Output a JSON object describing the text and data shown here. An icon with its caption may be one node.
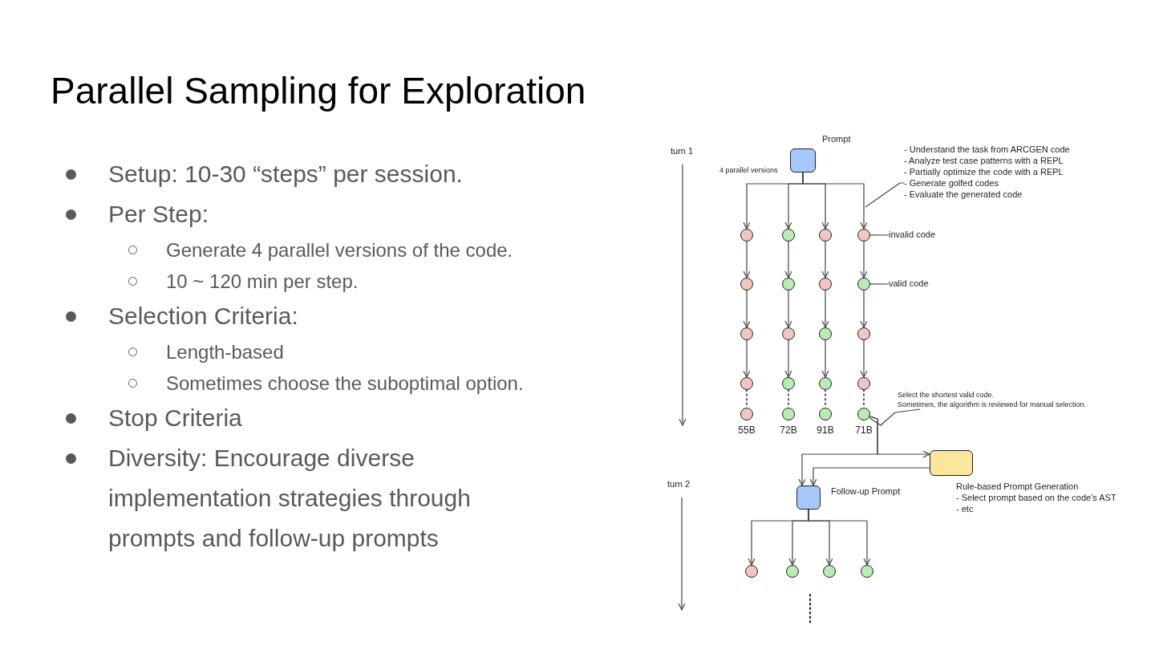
{
  "diagram": {
    "title": "Parallel Sampling for Exploration",
    "nodes": [
      {
        "text": [
          "Prompt"
        ]
      },
      {
        "text": [
          "- Understand the task from ARCGEN code",
          "- Analyze test case patterns with a REPL",
          "- Partially optimize the code with a REPL",
          "- Generate golfed codes",
          "- Evaluate the generated code"
        ]
      },
      {
        "text": [],
        "shape": "circle"
      },
      {
        "text": [],
        "shape": "circle"
      },
      {
        "text": [],
        "shape": "circle"
      },
      {
        "text": [],
        "shape": "circle"
      },
      {
        "text": [],
        "shape": "circle"
      },
      {
        "text": [],
        "shape": "circle"
      },
      {
        "text": [],
        "shape": "circle"
      },
      {
        "text": [],
        "shape": "circle"
      },
      {
        "text": [],
        "shape": "circle"
      },
      {
        "text": [],
        "shape": "circle"
      },
      {
        "text": [],
        "shape": "circle"
      },
      {
        "text": [],
        "shape": "circle"
      },
      {
        "text": [],
        "shape": "circle"
      },
      {
        "text": [],
        "shape": "circle"
      },
      {
        "text": [],
        "shape": "circle"
      },
      {
        "text": [],
        "shape": "circle"
      },
      {
        "text": [],
        "shape": "circle",
        "beside": [
          "55B"
        ]
      },
      {
        "text": [],
        "shape": "circle",
        "beside": [
          "72B"
        ]
      },
      {
        "text": [],
        "shape": "circle",
        "beside": [
          "91B"
        ]
      },
      {
        "text": [],
        "shape": "circle",
        "beside": [
          "71B"
        ]
      },
      {
        "text": [
          "invalid code"
        ]
      },
      {
        "text": [
          "valid code"
        ]
      },
      {
        "text": [
          "Select the shortest valid code.",
          "Sometimes, the algorithm is reviewed for manual selection."
        ]
      },
      {
        "text": [
          "Follow-up Prompt"
        ]
      },
      {
        "text": [
          "Rule-based Prompt Generation",
          "- Select prompt based on the code's AST",
          "- etc"
        ]
      },
      {
        "text": [],
        "shape": "circle"
      },
      {
        "text": [],
        "shape": "circle"
      },
      {
        "text": [],
        "shape": "circle"
      },
      {
        "text": [],
        "shape": "circle"
      }
    ],
    "edges": [
      {
        "from": 0,
        "to": 2,
        "arrow": "to"
      },
      {
        "from": 0,
        "to": 3,
        "arrow": "to"
      },
      {
        "from": 0,
        "to": 4,
        "arrow": "to"
      },
      {
        "from": 0,
        "to": 5,
        "arrow": "to"
      },
      {
        "from": 1,
        "to": null,
        "arrow": "none"
      },
      {
        "from": 2,
        "to": 6,
        "arrow": "to"
      },
      {
        "from": 3,
        "to": 7,
        "arrow": "to"
      },
      {
        "from": 4,
        "to": 8,
        "arrow": "to"
      },
      {
        "from": 5,
        "to": 9,
        "arrow": "to"
      },
      {
        "from": 6,
        "to": 10,
        "arrow": "to"
      },
      {
        "from": 7,
        "to": 11,
        "arrow": "to"
      },
      {
        "from": 8,
        "to": 12,
        "arrow": "to"
      },
      {
        "from": 9,
        "to": 13,
        "arrow": "to"
      },
      {
        "from": 10,
        "to": 14,
        "arrow": "to"
      },
      {
        "from": 11,
        "to": 15,
        "arrow": "to"
      },
      {
        "from": 12,
        "to": 16,
        "arrow": "to"
      },
      {
        "from": 13,
        "to": 17,
        "arrow": "to"
      },
      {
        "from": 14,
        "to": 18,
        "arrow": "none",
        "style": "dashed"
      },
      {
        "from": 15,
        "to": 19,
        "arrow": "none",
        "style": "dashed"
      },
      {
        "from": 16,
        "to": 20,
        "arrow": "none",
        "style": "dashed"
      },
      {
        "from": 17,
        "to": 21,
        "arrow": "none",
        "style": "dashed"
      },
      {
        "from": 22,
        "to": 5,
        "arrow": "none"
      },
      {
        "from": 23,
        "to": 9,
        "arrow": "none"
      },
      {
        "from": 24,
        "to": 21,
        "arrow": "none"
      },
      {
        "from": 21,
        "to": 25,
        "arrow": "to"
      },
      {
        "from": 21,
        "to": 26,
        "arrow": "to"
      },
      {
        "from": 26,
        "to": 25,
        "arrow": "to"
      },
      {
        "from": 25,
        "to": 27,
        "arrow": "to"
      },
      {
        "from": 25,
        "to": 28,
        "arrow": "to"
      },
      {
        "from": 25,
        "to": 29,
        "arrow": "to"
      },
      {
        "from": 25,
        "to": 30,
        "arrow": "to"
      }
    ],
    "labels": [
      "Setup: 10-30 “steps” per session.",
      "Per Step:",
      "Generate 4 parallel versions of the code.",
      "10 ~ 120 min per step.",
      "Selection Criteria:",
      "Length-based",
      "Sometimes choose the suboptimal option.",
      "Stop Criteria",
      "Diversity: Encourage diverse implementation strategies through prompts and follow-up prompts",
      "turn 1",
      "4 parallel versions",
      "turn 2"
    ]
  }
}
